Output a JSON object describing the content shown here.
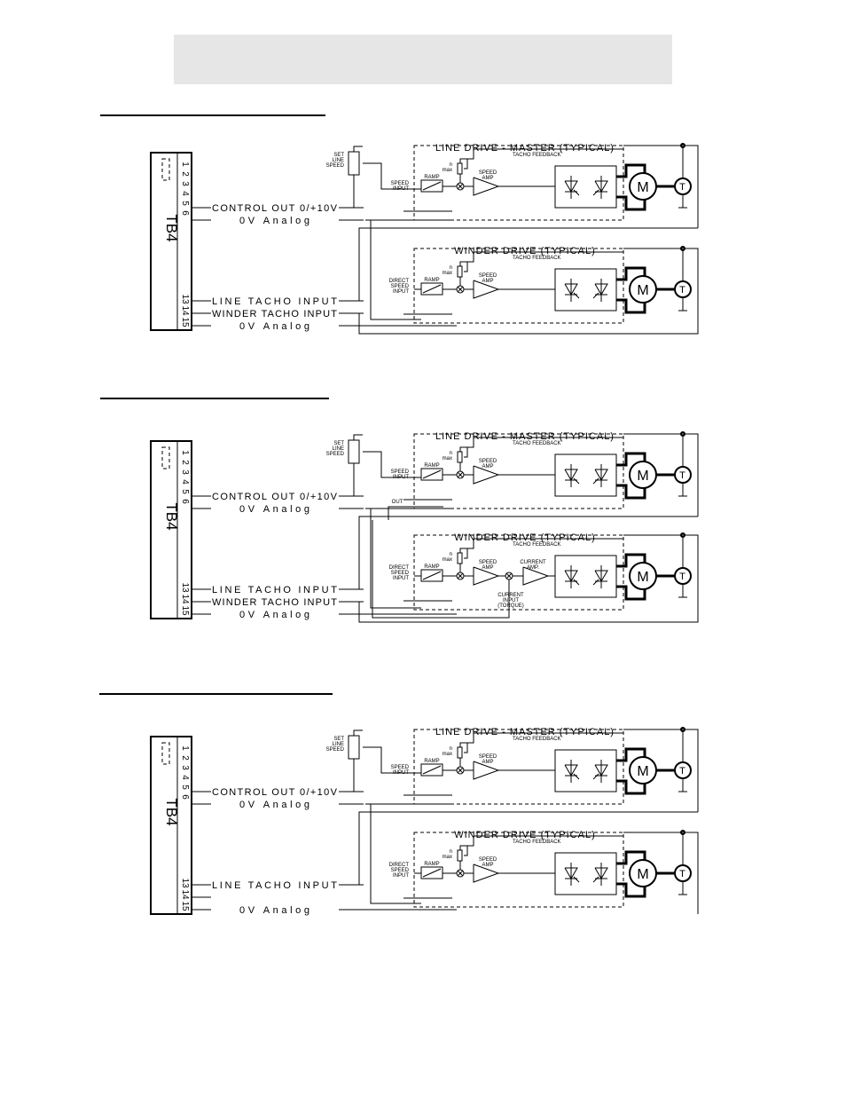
{
  "sections": [
    {
      "drives": [
        {
          "title": "LINE DRIVE - MASTER (TYPICAL)",
          "input_label": [
            "SPEED",
            "INPUT"
          ],
          "current_amp": false
        },
        {
          "title": "WINDER DRIVE (TYPICAL)",
          "input_label": [
            "DIRECT",
            "SPEED",
            "INPUT"
          ],
          "current_amp": false
        }
      ],
      "signals": [
        "CONTROL OUT 0/+10V",
        "0V Analog",
        "LINE TACHO INPUT",
        "WINDER TACHO INPUT",
        "0V Analog"
      ],
      "extra_out": false
    },
    {
      "drives": [
        {
          "title": "LINE DRIVE - MASTER (TYPICAL)",
          "input_label": [
            "SPEED",
            "INPUT"
          ],
          "current_amp": false
        },
        {
          "title": "WINDER DRIVE (TYPICAL)",
          "input_label": [
            "DIRECT",
            "SPEED",
            "INPUT"
          ],
          "current_amp": true
        }
      ],
      "signals": [
        "CONTROL OUT 0/+10V",
        "0V Analog",
        "LINE TACHO INPUT",
        "WINDER TACHO INPUT",
        "0V Analog"
      ],
      "extra_out": true
    },
    {
      "drives": [
        {
          "title": "LINE DRIVE - MASTER (TYPICAL)",
          "input_label": [
            "SPEED",
            "INPUT"
          ],
          "current_amp": false
        },
        {
          "title": "WINDER DRIVE (TYPICAL)",
          "input_label": [
            "DIRECT",
            "SPEED",
            "INPUT"
          ],
          "current_amp": false
        }
      ],
      "signals": [
        "CONTROL OUT 0/+10V",
        "0V Analog",
        "LINE TACHO INPUT",
        "",
        "0V Analog"
      ],
      "extra_out": false
    }
  ],
  "labels": {
    "terminal_block": "TB4",
    "pins_top": [
      "1",
      "2",
      "3",
      "4",
      "5",
      "6"
    ],
    "pins_bottom": [
      "13",
      "14",
      "15"
    ],
    "set_line_speed": [
      "SET",
      "LINE",
      "SPEED"
    ],
    "tacho_feedback": "TACHO FEEDBACK",
    "n_max": [
      "n",
      "max"
    ],
    "ramp": "RAMP",
    "speed_amp": [
      "SPEED",
      "AMP"
    ],
    "current_amp": [
      "CURRENT",
      "AMP."
    ],
    "current_input": [
      "CURRENT",
      "INPUT",
      "(TORQUE)"
    ],
    "out": "OUT",
    "motor": "M",
    "tacho": "T"
  }
}
